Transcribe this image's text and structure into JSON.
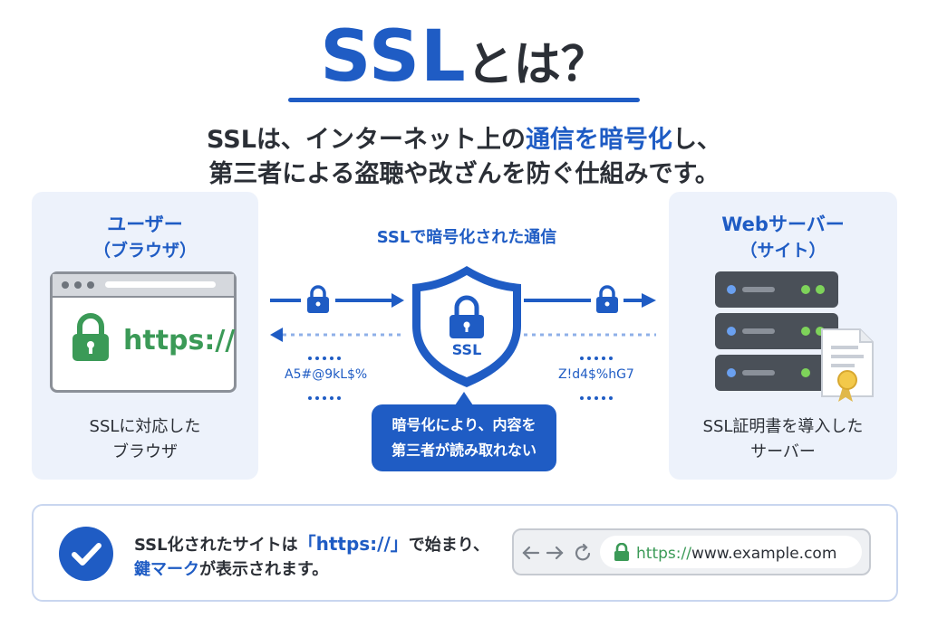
{
  "title": {
    "main": "SSL",
    "suffix": "とは？"
  },
  "subtitle": {
    "line1_a": "SSLは、インターネット上の",
    "line1_b": "通信を暗号化",
    "line1_c": "し、",
    "line2": "第三者による盗聴や改ざんを防ぐ仕組みです。"
  },
  "left_panel": {
    "title": "ユーザー",
    "subtitle": "（ブラウザ）",
    "browser_text": "https://",
    "caption_line1": "SSLに対応した",
    "caption_line2": "ブラウザ"
  },
  "center": {
    "label": "SSLで暗号化された通信",
    "shield_text": "SSL",
    "cipher_left": "A5#@9kL$%",
    "cipher_right": "Z!d4$%hG7",
    "bubble_line1": "暗号化により、内容を",
    "bubble_line2": "第三者が読み取れない"
  },
  "right_panel": {
    "title": "Webサーバー",
    "subtitle": "（サイト）",
    "caption_line1": "SSL証明書を導入した",
    "caption_line2": "サーバー"
  },
  "bottom": {
    "text1_a": "SSL化されたサイトは",
    "text1_b": "「https://」",
    "text1_c": "で始まり、",
    "text2_a": "鍵マーク",
    "text2_b": "が表示されます。",
    "url_scheme": "https://",
    "url_host": "www.example.com"
  },
  "colors": {
    "accent": "#1f5cc4",
    "secure_green": "#3b9a57",
    "panel_bg": "#edf2fb"
  },
  "icons": [
    "lock-icon",
    "shield-icon",
    "server-icon",
    "certificate-icon",
    "check-icon",
    "back-arrow-icon",
    "forward-arrow-icon",
    "reload-icon"
  ]
}
